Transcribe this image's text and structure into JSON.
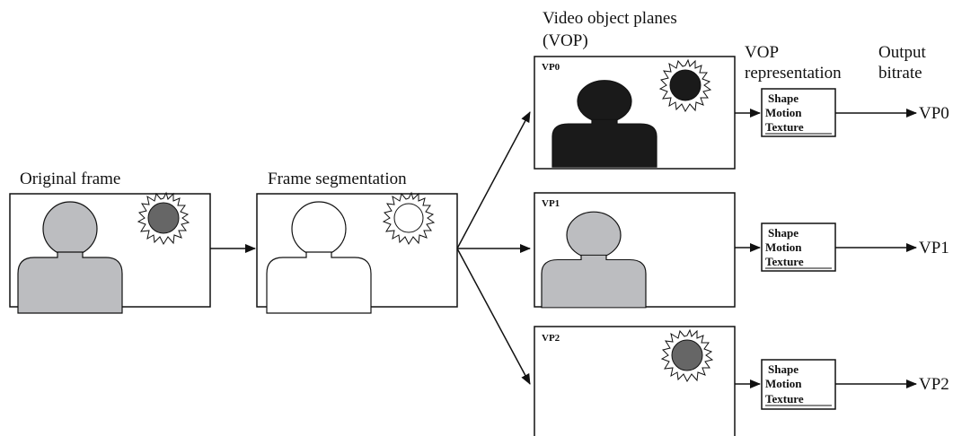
{
  "labels": {
    "original_frame": "Original frame",
    "frame_segmentation": "Frame segmentation",
    "vop_title_line1": "Video object planes",
    "vop_title_line2": "(VOP)",
    "vop_repr_line1": "VOP",
    "vop_repr_line2": "representation",
    "output_line1": "Output",
    "output_line2": "bitrate"
  },
  "planes": [
    {
      "id": "VP0",
      "tag": "VP0",
      "output": "VP0",
      "content": "person-dark, blob-dark"
    },
    {
      "id": "VP1",
      "tag": "VP1",
      "output": "VP1",
      "content": "person-gray"
    },
    {
      "id": "VP2",
      "tag": "VP2",
      "output": "VP2",
      "content": "blob-gray"
    }
  ],
  "representation": {
    "shape": "Shape",
    "motion": "Motion",
    "texture": "Texture"
  },
  "colors": {
    "person_gray": "#bcbdc0",
    "person_dark": "#1a1a1a",
    "blob_gray": "#666666",
    "blob_dark": "#1a1a1a",
    "line": "#111111"
  }
}
